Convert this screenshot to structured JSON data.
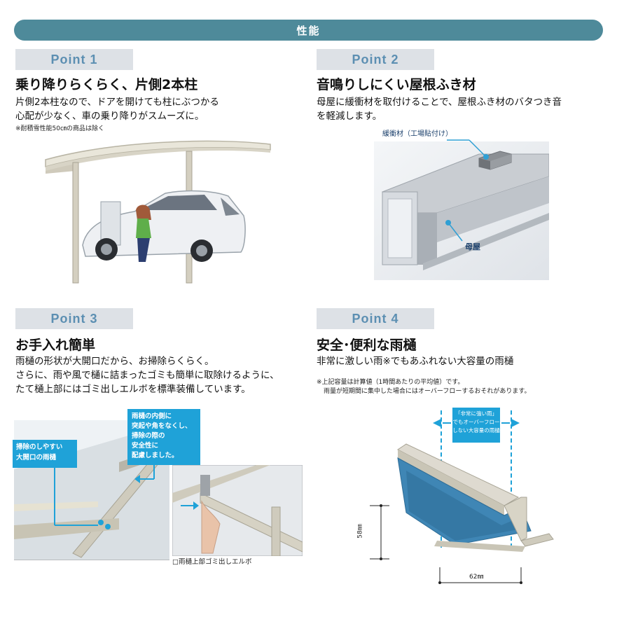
{
  "header": {
    "title": "性能"
  },
  "points": [
    {
      "tag": "Point 1",
      "heading": "乗り降りらくらく、片側2本柱",
      "lines": [
        "片側2本柱なので、ドアを開けても柱にぶつかる",
        "心配が少なく、車の乗り降りがスムーズに。"
      ],
      "note": "※耐積雪性能50㎝の商品は除く"
    },
    {
      "tag": "Point 2",
      "heading": "音鳴りしにくい屋根ふき材",
      "lines": [
        "母屋に緩衝材を取付けることで、屋根ふき材のバタつき音",
        "を軽減します。"
      ],
      "labels": {
        "buffer": "緩衝材（工場貼付け）",
        "purlin": "母屋"
      }
    },
    {
      "tag": "Point 3",
      "heading": "お手入れ簡単",
      "lines": [
        "雨樋の形状が大開口だから、お掃除らくらく。",
        "さらに、雨や風で樋に詰まったゴミも簡単に取除けるように、",
        "たて樋上部にはゴミ出しエルボを標準装備しています。"
      ],
      "callout_left": [
        "掃除のしやすい",
        "大開口の雨樋"
      ],
      "callout_right": [
        "雨樋の内側に",
        "突起や角をなくし、",
        "掃除の際の",
        "安全性に",
        "配慮しました。"
      ],
      "caption": "□雨樋上部ゴミ出しエルボ"
    },
    {
      "tag": "Point 4",
      "heading": "安全･便利な雨樋",
      "lines": [
        "非常に激しい雨※でもあふれない大容量の雨樋"
      ],
      "notes": [
        "※上記容量は計算値（1時間あたりの平均値）です。",
        "雨量が短期間に集中した場合にはオーバーフローするおそれがあります。"
      ],
      "box_label": [
        "「非常に強い雨」",
        "でもオーバーフロー",
        "しない大容量の雨樋"
      ],
      "dim_height": "58㎜",
      "dim_width": "62㎜"
    }
  ]
}
